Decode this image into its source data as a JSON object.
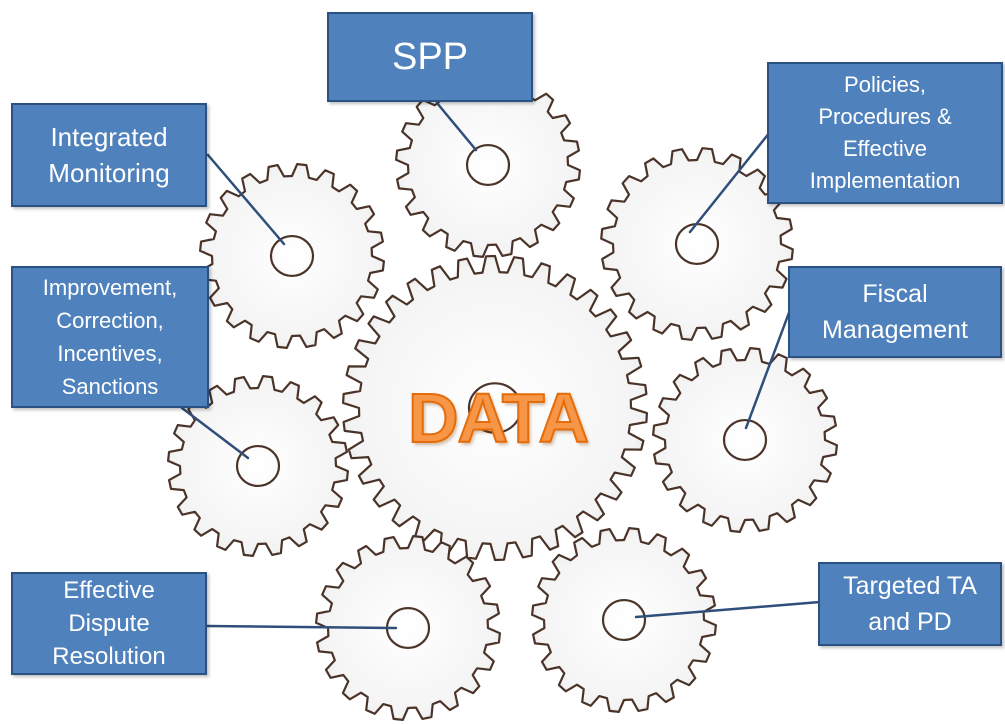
{
  "center": {
    "title": "DATA",
    "color": "#f79646"
  },
  "colors": {
    "box_fill": "#4f81bd",
    "box_border": "#2b5182",
    "box_text": "#ffffff",
    "gear_stroke": "#4a3328",
    "connector": "#2f4f7a"
  },
  "boxes": {
    "spp": {
      "lines": [
        "SPP"
      ]
    },
    "monitoring": {
      "lines": [
        "Integrated",
        "Monitoring"
      ]
    },
    "policies": {
      "lines": [
        "Policies,",
        "Procedures &",
        "Effective",
        "Implementation"
      ]
    },
    "improvement": {
      "lines": [
        "Improvement,",
        "Correction,",
        "Incentives,",
        "Sanctions"
      ]
    },
    "fiscal": {
      "lines": [
        "Fiscal",
        "Management"
      ]
    },
    "dispute": {
      "lines": [
        "Effective",
        "Dispute",
        "Resolution"
      ]
    },
    "targeted": {
      "lines": [
        "Targeted TA",
        "and PD"
      ]
    }
  }
}
